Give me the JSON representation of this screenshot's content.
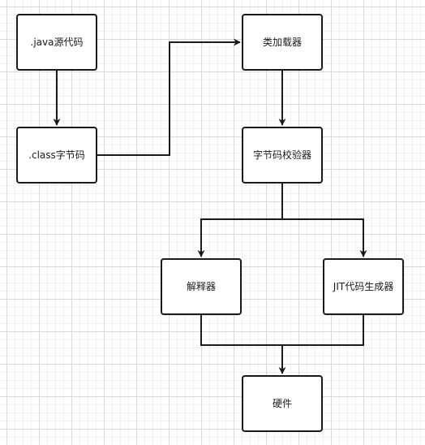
{
  "nodes": {
    "java_source": ".java源代码",
    "class_bytecode": ".class字节码",
    "class_loader": "类加载器",
    "bytecode_verifier": "字节码校验器",
    "interpreter": "解释器",
    "jit_compiler": "JIT代码生成器",
    "hardware": "硬件"
  },
  "colors": {
    "stroke": "#1a1a1a",
    "node_fill": "#ffffff",
    "grid": "#d9d9d9"
  }
}
